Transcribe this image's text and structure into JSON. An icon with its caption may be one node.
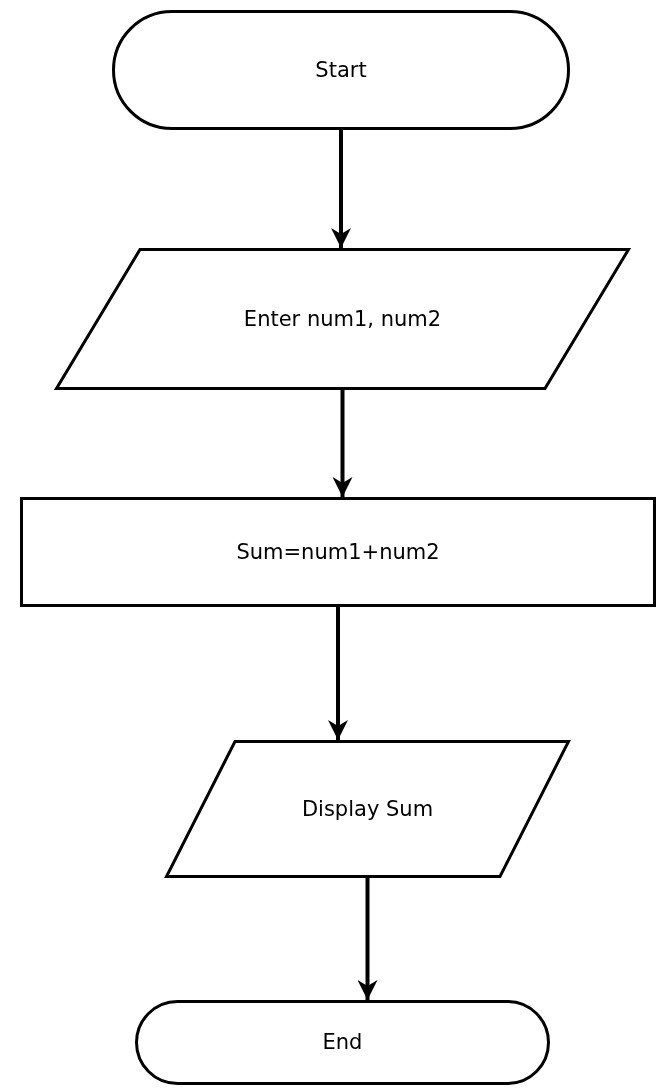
{
  "diagram": {
    "nodes": [
      {
        "text": [
          "Start"
        ]
      },
      {
        "text": [
          "Enter num1, num2"
        ]
      },
      {
        "text": [
          "Sum=num1+num2"
        ]
      },
      {
        "text": [
          "Display Sum"
        ]
      },
      {
        "text": [
          "End"
        ]
      }
    ],
    "edges": [
      {
        "from": 0,
        "to": 1,
        "arrow": "to"
      },
      {
        "from": 1,
        "to": 2,
        "arrow": "to"
      },
      {
        "from": 2,
        "to": 3,
        "arrow": "to"
      },
      {
        "from": 3,
        "to": 4,
        "arrow": "to"
      }
    ]
  }
}
